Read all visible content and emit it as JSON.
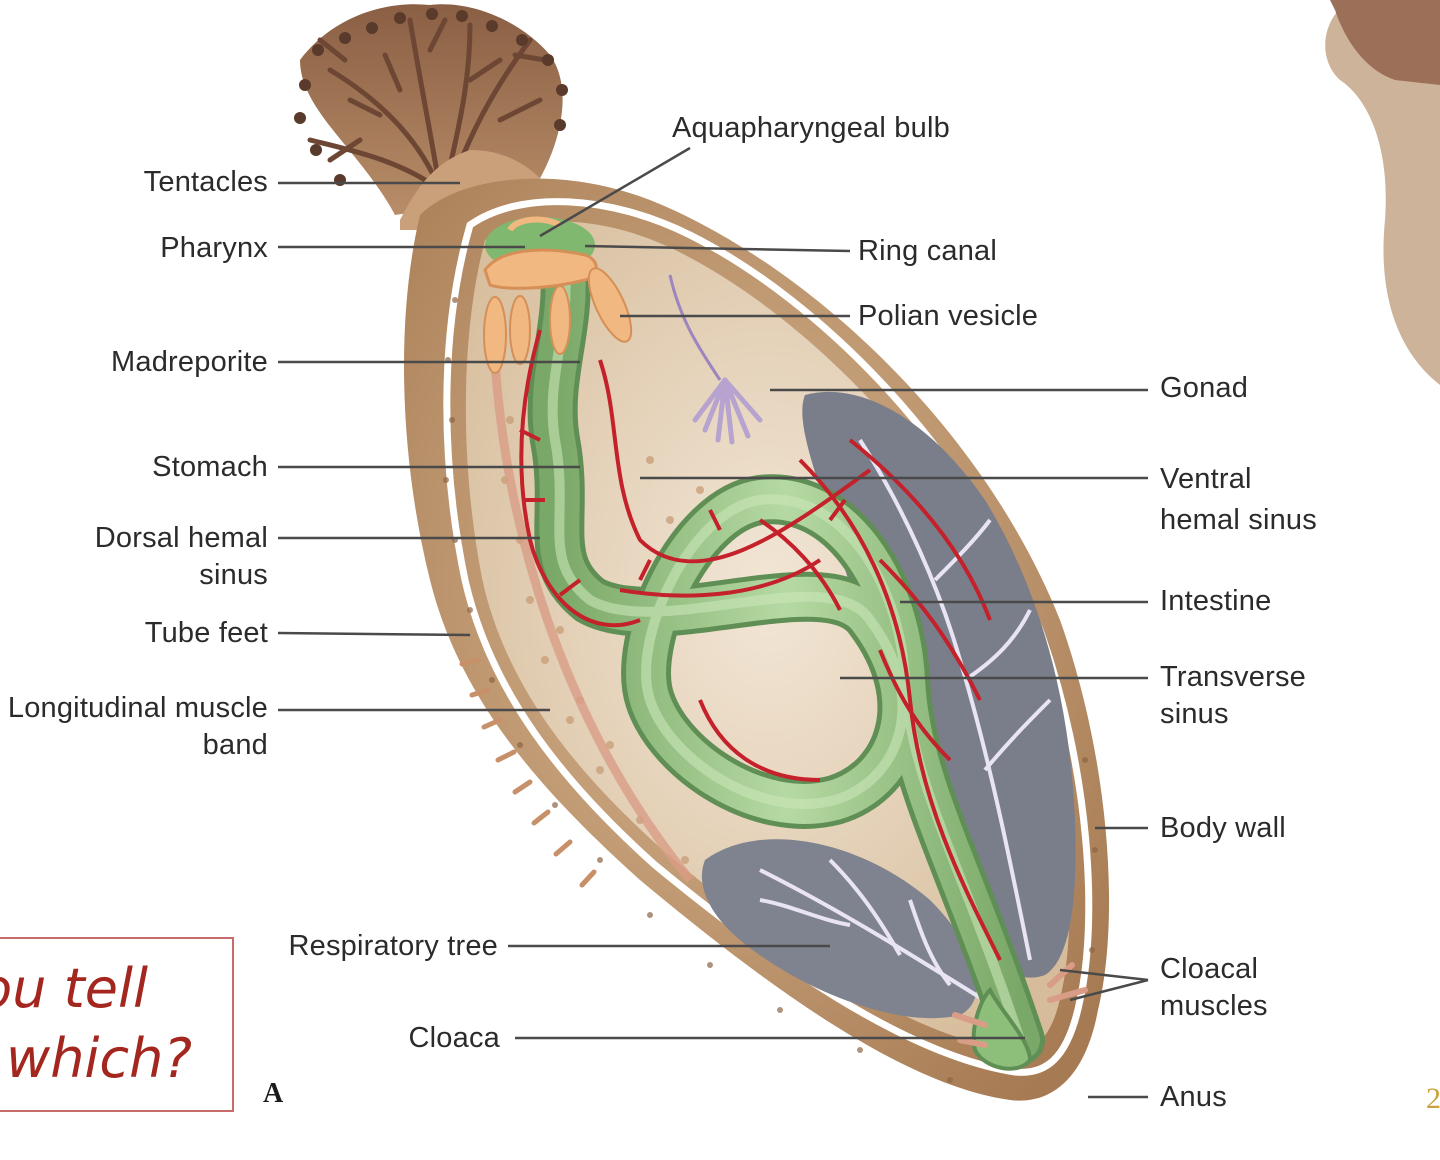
{
  "labels": {
    "tentacles": "Tentacles",
    "pharynx": "Pharynx",
    "madreporite": "Madreporite",
    "stomach": "Stomach",
    "dorsal_hemal_1": "Dorsal hemal",
    "dorsal_hemal_2": "sinus",
    "tube_feet": "Tube feet",
    "longitudinal_1": "Longitudinal muscle",
    "longitudinal_2": "band",
    "respiratory_tree": "Respiratory tree",
    "cloaca": "Cloaca",
    "aquapharyngeal_bulb": "Aquapharyngeal bulb",
    "ring_canal": "Ring canal",
    "polian_vesicle": "Polian vesicle",
    "gonad": "Gonad",
    "ventral_hemal_1": "Ventral",
    "ventral_hemal_2": "hemal sinus",
    "intestine": "Intestine",
    "transverse_1": "Transverse",
    "transverse_2": "sinus",
    "body_wall": "Body wall",
    "cloacal_muscles_1": "Cloacal",
    "cloacal_muscles_2": "muscles",
    "anus": "Anus"
  },
  "figure_letter": "A",
  "callout": {
    "line1": "ou tell",
    "line2": "which?"
  },
  "page_fragment": "2",
  "colors": {
    "body_outer": "#b88a5f",
    "body_inner": "#e2cdb0",
    "gut": "#9cc48a",
    "hemal_vessel": "#c4212b",
    "ring_canal": "#f2b882",
    "polian_vesicle": "#b7a3cf",
    "respiratory_tree": "#8a8e99",
    "callout_text": "#a3261f",
    "leader_line": "#4a4a4a"
  }
}
